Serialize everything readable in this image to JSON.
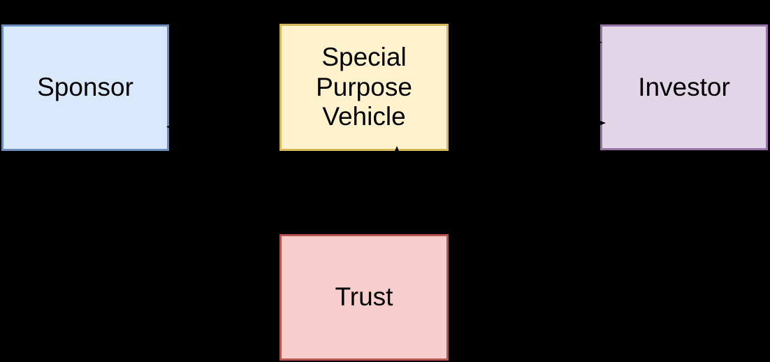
{
  "diagram": {
    "background_color": "#000000",
    "text_color": "#000000",
    "connector_color": "#000000",
    "nodes": [
      {
        "id": "sponsor",
        "label": "Sponsor",
        "fill": "#dae8fc",
        "stroke": "#6c8ebf"
      },
      {
        "id": "spv",
        "label": "Special Purpose Vehicle",
        "fill": "#fff2cc",
        "stroke": "#d6b656"
      },
      {
        "id": "investor",
        "label": "Investor",
        "fill": "#e1d5e7",
        "stroke": "#9673a6"
      },
      {
        "id": "trust",
        "label": "Trust",
        "fill": "#f8cecc",
        "stroke": "#b85450"
      }
    ],
    "connectors": [
      {
        "name": "arrowhead-into-sponsor",
        "points_to": "sponsor",
        "direction": "left",
        "shape": "triangle"
      },
      {
        "name": "arrowhead-into-investor-top",
        "points_to": "investor",
        "direction": "right",
        "shape": "triangle"
      },
      {
        "name": "arrowhead-into-investor",
        "points_to": "investor",
        "direction": "right",
        "shape": "triangle"
      },
      {
        "name": "arrowhead-into-spv",
        "points_to": "spv",
        "direction": "up",
        "shape": "triangle"
      }
    ]
  }
}
